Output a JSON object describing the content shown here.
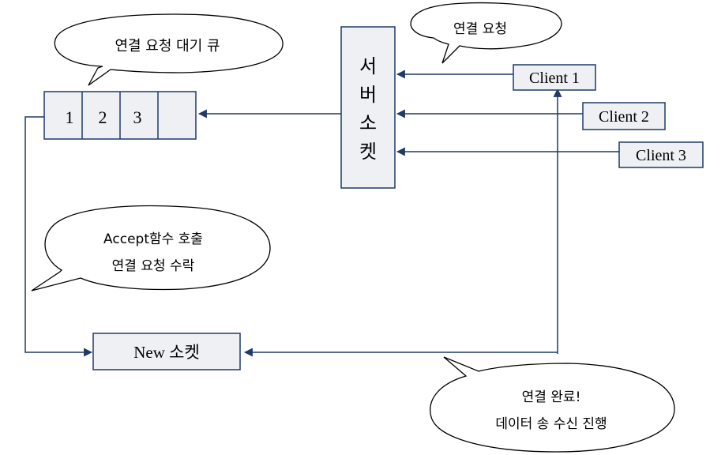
{
  "queue": {
    "slots": [
      "1",
      "2",
      "3",
      ""
    ]
  },
  "server_socket": {
    "chars": [
      "서",
      "버",
      "소",
      "켓"
    ]
  },
  "clients": [
    "Client 1",
    "Client 2",
    "Client 3"
  ],
  "new_socket": {
    "label": "New 소켓"
  },
  "bubbles": {
    "connection_request": [
      "연결 요청"
    ],
    "wait_queue": [
      "연결 요청 대기 큐"
    ],
    "accept": [
      "Accept함수 호출",
      "연결 요청 수락"
    ],
    "complete": [
      "연결 완료!",
      "데이터 송 수신 진행"
    ]
  },
  "colors": {
    "line": "#1f3a66",
    "box_fill": "#eef0f3",
    "bubble_fill": "#ffffff"
  }
}
